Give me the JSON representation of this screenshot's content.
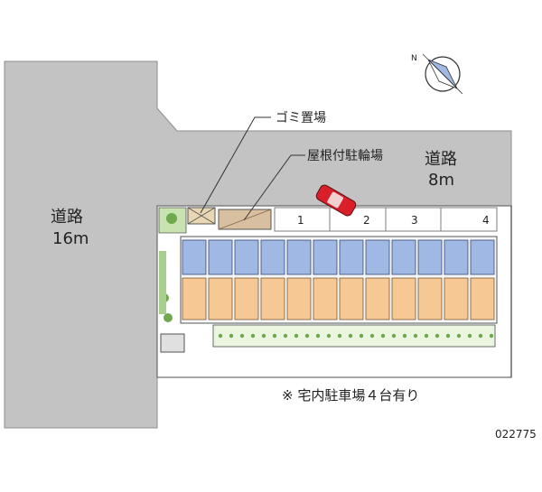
{
  "roads": {
    "west": {
      "name": "道路",
      "width": "16m"
    },
    "north": {
      "name": "道路",
      "width": "8m"
    }
  },
  "labels": {
    "garbage": "ゴミ置場",
    "bicycle": "屋根付駐輪場"
  },
  "parking": {
    "spaces": [
      "1",
      "2",
      "3",
      "4"
    ]
  },
  "note": "※ 宅内駐車場４台有り",
  "code": "022775",
  "compass": {
    "north": "N"
  },
  "colors": {
    "road": "#c3c3c3",
    "lot_border": "#6a6a6a",
    "unit_blue": "#9fb8e4",
    "unit_orange": "#f6c893",
    "green": "#6fa84f",
    "car": "#d9202a"
  }
}
